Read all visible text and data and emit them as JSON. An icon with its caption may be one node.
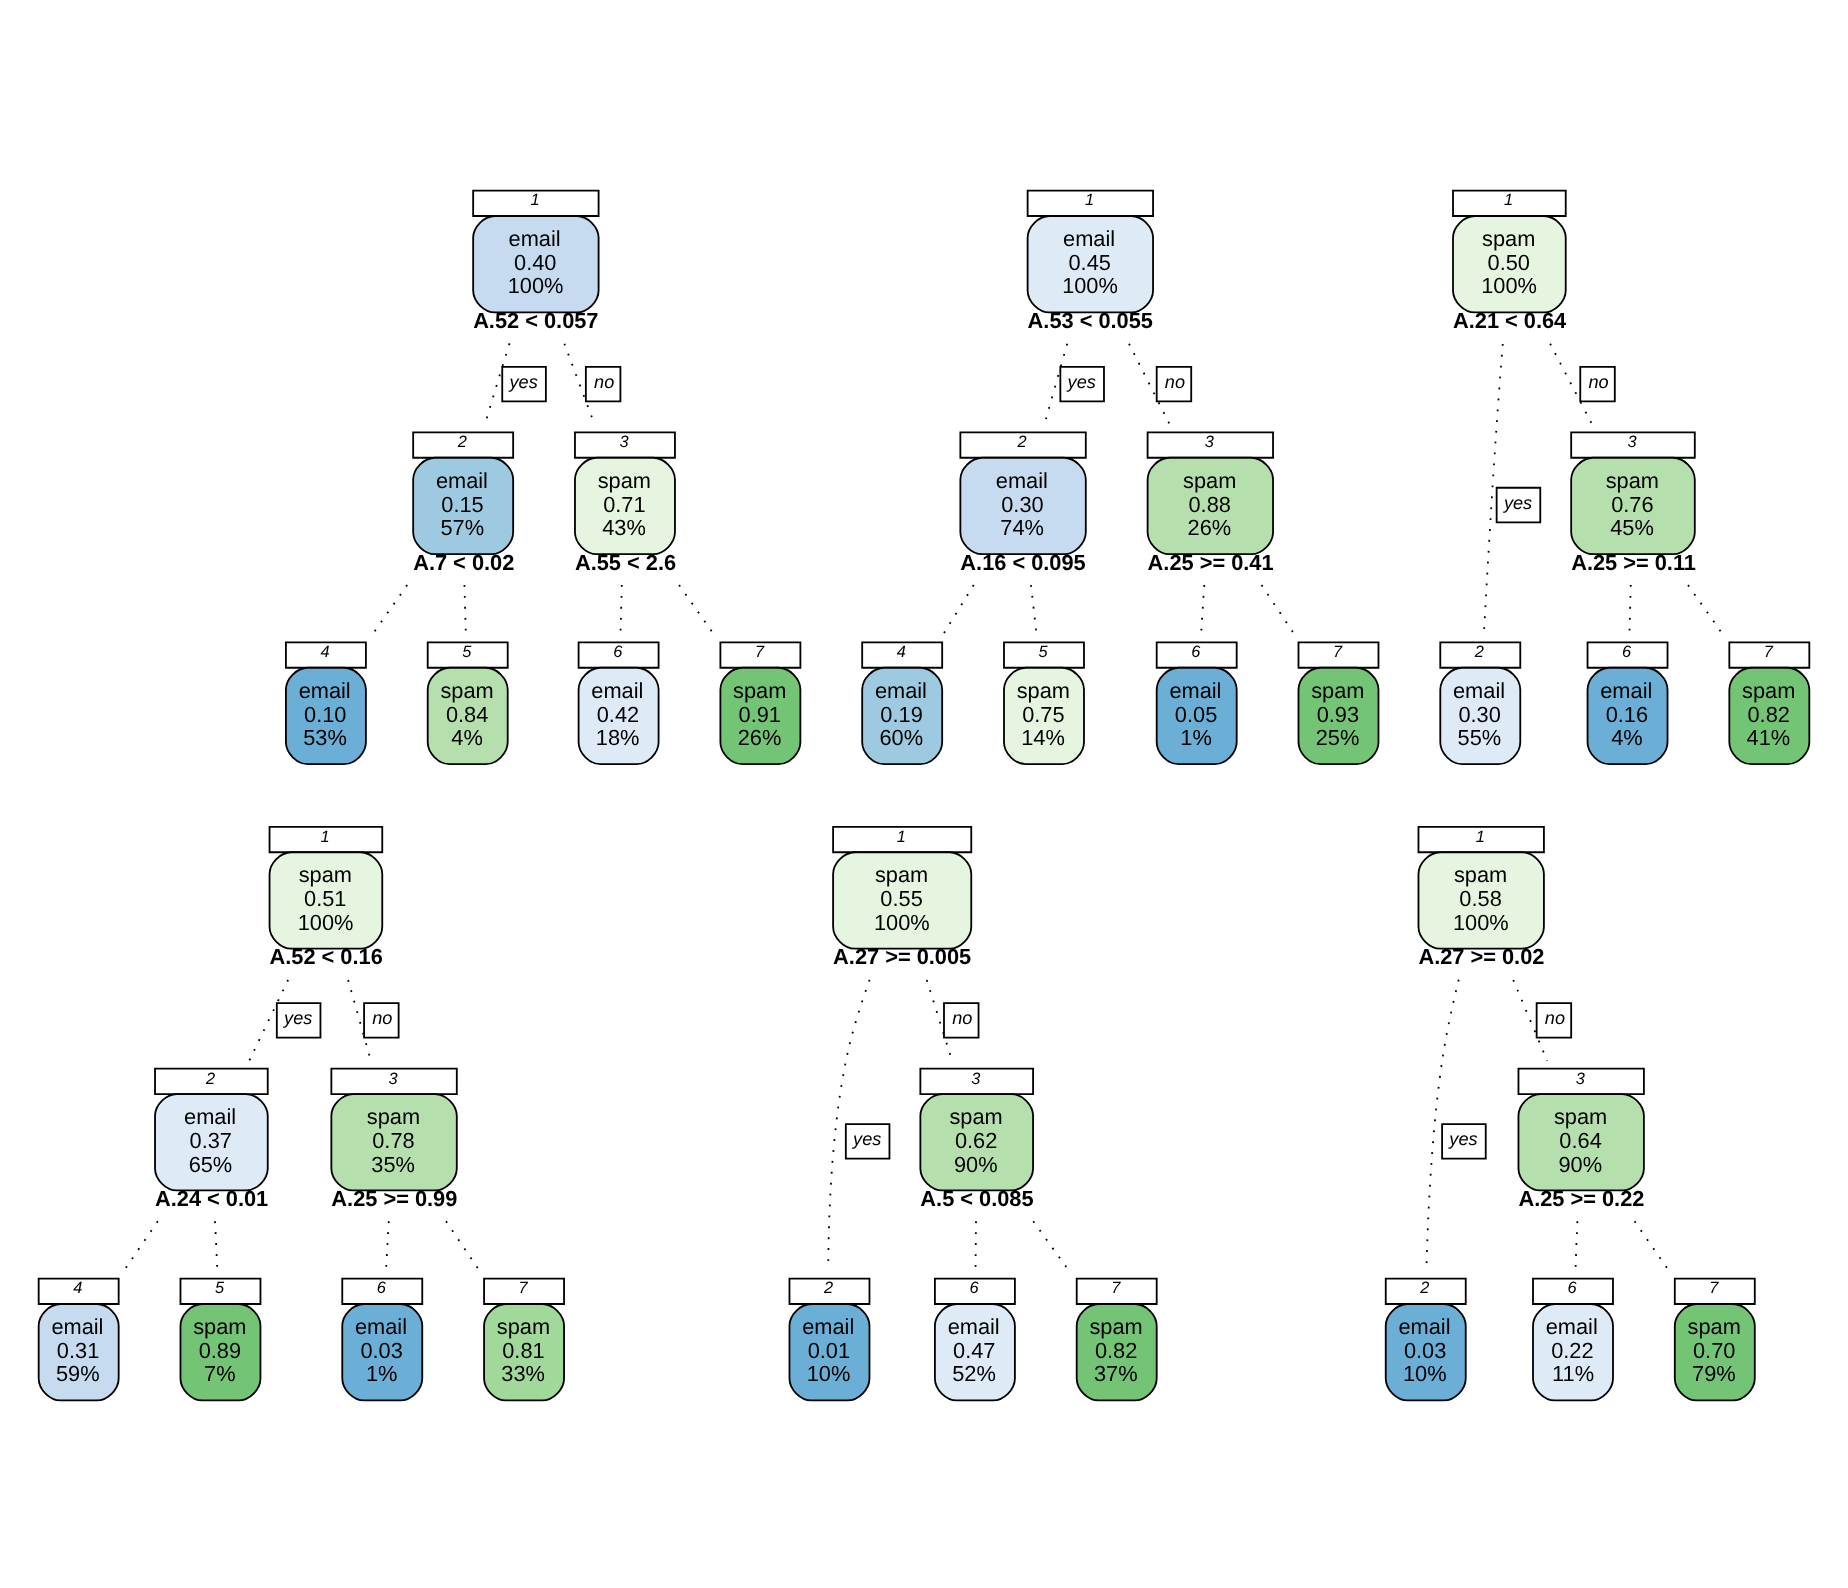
{
  "diagram": {
    "nodes": [
      {
        "text": [
          "email",
          "0.40",
          "100%"
        ],
        "beside": [
          "1",
          "A.52 < 0.057"
        ]
      },
      {
        "text": [
          "email",
          "0.15",
          "57%"
        ],
        "beside": [
          "2",
          "A.7 < 0.02"
        ]
      },
      {
        "text": [
          "spam",
          "0.71",
          "43%"
        ],
        "beside": [
          "3",
          "A.55 < 2.6"
        ]
      },
      {
        "text": [
          "email",
          "0.10",
          "53%"
        ],
        "beside": [
          "4"
        ]
      },
      {
        "text": [
          "spam",
          "0.84",
          "4%"
        ],
        "beside": [
          "5"
        ]
      },
      {
        "text": [
          "email",
          "0.42",
          "18%"
        ],
        "beside": [
          "6"
        ]
      },
      {
        "text": [
          "spam",
          "0.91",
          "26%"
        ],
        "beside": [
          "7"
        ]
      },
      {
        "text": [
          "email",
          "0.45",
          "100%"
        ],
        "beside": [
          "1",
          "A.53 < 0.055"
        ]
      },
      {
        "text": [
          "email",
          "0.30",
          "74%"
        ],
        "beside": [
          "2",
          "A.16 < 0.095"
        ]
      },
      {
        "text": [
          "spam",
          "0.88",
          "26%"
        ],
        "beside": [
          "3",
          "A.25 >= 0.41"
        ]
      },
      {
        "text": [
          "email",
          "0.19",
          "60%"
        ],
        "beside": [
          "4"
        ]
      },
      {
        "text": [
          "spam",
          "0.75",
          "14%"
        ],
        "beside": [
          "5"
        ]
      },
      {
        "text": [
          "email",
          "0.05",
          "1%"
        ],
        "beside": [
          "6"
        ]
      },
      {
        "text": [
          "spam",
          "0.93",
          "25%"
        ],
        "beside": [
          "7"
        ]
      },
      {
        "text": [
          "spam",
          "0.50",
          "100%"
        ],
        "beside": [
          "1",
          "A.21 < 0.64"
        ]
      },
      {
        "text": [
          "email",
          "0.30",
          "55%"
        ],
        "beside": [
          "2"
        ]
      },
      {
        "text": [
          "spam",
          "0.76",
          "45%"
        ],
        "beside": [
          "3",
          "A.25 >= 0.11"
        ]
      },
      {
        "text": [
          "email",
          "0.16",
          "4%"
        ],
        "beside": [
          "6"
        ]
      },
      {
        "text": [
          "spam",
          "0.82",
          "41%"
        ],
        "beside": [
          "7"
        ]
      },
      {
        "text": [
          "spam",
          "0.51",
          "100%"
        ],
        "beside": [
          "1",
          "A.52 < 0.16"
        ]
      },
      {
        "text": [
          "email",
          "0.37",
          "65%"
        ],
        "beside": [
          "2",
          "A.24 < 0.01"
        ]
      },
      {
        "text": [
          "spam",
          "0.78",
          "35%"
        ],
        "beside": [
          "3",
          "A.25 >= 0.99"
        ]
      },
      {
        "text": [
          "email",
          "0.31",
          "59%"
        ],
        "beside": [
          "4"
        ]
      },
      {
        "text": [
          "spam",
          "0.89",
          "7%"
        ],
        "beside": [
          "5"
        ]
      },
      {
        "text": [
          "email",
          "0.03",
          "1%"
        ],
        "beside": [
          "6"
        ]
      },
      {
        "text": [
          "spam",
          "0.81",
          "33%"
        ],
        "beside": [
          "7"
        ]
      },
      {
        "text": [
          "spam",
          "0.55",
          "100%"
        ],
        "beside": [
          "1",
          "A.27 >= 0.005"
        ]
      },
      {
        "text": [
          "email",
          "0.01",
          "10%"
        ],
        "beside": [
          "2"
        ]
      },
      {
        "text": [
          "spam",
          "0.62",
          "90%"
        ],
        "beside": [
          "3",
          "A.5 < 0.085"
        ]
      },
      {
        "text": [
          "email",
          "0.47",
          "52%"
        ],
        "beside": [
          "6"
        ]
      },
      {
        "text": [
          "spam",
          "0.82",
          "37%"
        ],
        "beside": [
          "7"
        ]
      },
      {
        "text": [
          "spam",
          "0.58",
          "100%"
        ],
        "beside": [
          "1",
          "A.27 >= 0.02"
        ]
      },
      {
        "text": [
          "email",
          "0.03",
          "10%"
        ],
        "beside": [
          "2"
        ]
      },
      {
        "text": [
          "spam",
          "0.64",
          "90%"
        ],
        "beside": [
          "3",
          "A.25 >= 0.22"
        ]
      },
      {
        "text": [
          "email",
          "0.22",
          "11%"
        ],
        "beside": [
          "6"
        ]
      },
      {
        "text": [
          "spam",
          "0.70",
          "79%"
        ],
        "beside": [
          "7"
        ]
      }
    ],
    "edges": [
      {
        "from": 0,
        "to": 1,
        "arrow": "none",
        "label": "yes"
      },
      {
        "from": 0,
        "to": 2,
        "arrow": "none",
        "label": "no"
      },
      {
        "from": 1,
        "to": 3,
        "arrow": "none"
      },
      {
        "from": 1,
        "to": 4,
        "arrow": "none"
      },
      {
        "from": 2,
        "to": 5,
        "arrow": "none"
      },
      {
        "from": 2,
        "to": 6,
        "arrow": "none"
      },
      {
        "from": 7,
        "to": 8,
        "arrow": "none",
        "label": "yes"
      },
      {
        "from": 7,
        "to": 9,
        "arrow": "none",
        "label": "no"
      },
      {
        "from": 8,
        "to": 10,
        "arrow": "none"
      },
      {
        "from": 8,
        "to": 11,
        "arrow": "none"
      },
      {
        "from": 9,
        "to": 12,
        "arrow": "none"
      },
      {
        "from": 9,
        "to": 13,
        "arrow": "none"
      },
      {
        "from": 14,
        "to": 15,
        "arrow": "none",
        "label": "yes"
      },
      {
        "from": 14,
        "to": 16,
        "arrow": "none",
        "label": "no"
      },
      {
        "from": 16,
        "to": 17,
        "arrow": "none"
      },
      {
        "from": 16,
        "to": 18,
        "arrow": "none"
      },
      {
        "from": 19,
        "to": 20,
        "arrow": "none",
        "label": "yes"
      },
      {
        "from": 19,
        "to": 21,
        "arrow": "none",
        "label": "no"
      },
      {
        "from": 20,
        "to": 22,
        "arrow": "none"
      },
      {
        "from": 20,
        "to": 23,
        "arrow": "none"
      },
      {
        "from": 21,
        "to": 24,
        "arrow": "none"
      },
      {
        "from": 21,
        "to": 25,
        "arrow": "none"
      },
      {
        "from": 26,
        "to": 27,
        "arrow": "none",
        "label": "yes"
      },
      {
        "from": 26,
        "to": 28,
        "arrow": "none",
        "label": "no"
      },
      {
        "from": 28,
        "to": 29,
        "arrow": "none"
      },
      {
        "from": 28,
        "to": 30,
        "arrow": "none"
      },
      {
        "from": 31,
        "to": 32,
        "arrow": "none",
        "label": "yes"
      },
      {
        "from": 31,
        "to": 33,
        "arrow": "none",
        "label": "no"
      },
      {
        "from": 33,
        "to": 34,
        "arrow": "none"
      },
      {
        "from": 33,
        "to": 35,
        "arrow": "none"
      }
    ]
  }
}
